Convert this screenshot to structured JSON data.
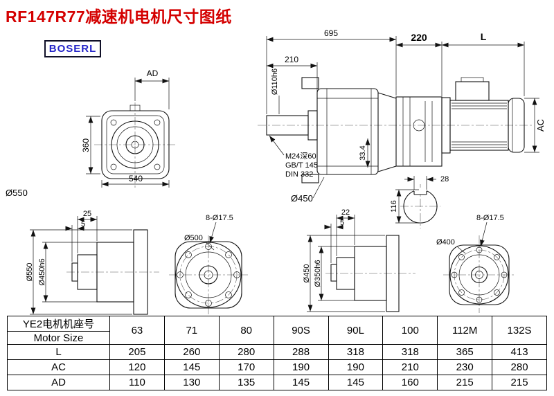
{
  "page": {
    "title": "RF147R77减速机电机尺寸图纸",
    "brand": "BOSERL",
    "colors": {
      "title": "#d40000",
      "brand": "#2323c8",
      "line": "#111111"
    }
  },
  "drawings": {
    "front_view": {
      "dim_ad": "AD",
      "dim_height": "360",
      "dim_width": "540",
      "label_flange": "Ø550"
    },
    "side_view": {
      "dim_total": "695",
      "dim_shaft": "210",
      "dim_adapter": "220",
      "dim_motor_length": "L",
      "label_shaft_dia": "Ø110h6",
      "note_thread": "M24深60",
      "note_standard": "GB/T 145",
      "note_din": "DIN 332",
      "dim_33_4": "33.4",
      "label_flange": "Ø450",
      "dim_motor_height": "AC",
      "dim_key_width": "28",
      "dim_key_height": "116"
    },
    "flange_a_side": {
      "dim_thickness": "25",
      "dim_spigot": "5",
      "label_od": "Ø550",
      "label_spigot": "Ø450h6"
    },
    "flange_a_front": {
      "label_circle": "Ø500",
      "label_holes": "8-Ø17.5"
    },
    "flange_b_side": {
      "dim_thickness": "22",
      "dim_spigot": "5",
      "label_od": "Ø450",
      "label_spigot": "Ø350h6"
    },
    "flange_b_front": {
      "label_circle": "Ø400",
      "label_holes": "8-Ø17.5"
    }
  },
  "table": {
    "header_cn": "YE2电机机座号",
    "header_en": "Motor Size",
    "columns": [
      "63",
      "71",
      "80",
      "90S",
      "90L",
      "100",
      "112M",
      "132S"
    ],
    "rows": [
      {
        "label": "L",
        "values": [
          "205",
          "260",
          "280",
          "288",
          "318",
          "318",
          "365",
          "413"
        ]
      },
      {
        "label": "AC",
        "values": [
          "120",
          "145",
          "170",
          "190",
          "190",
          "210",
          "230",
          "280"
        ]
      },
      {
        "label": "AD",
        "values": [
          "110",
          "130",
          "135",
          "145",
          "145",
          "160",
          "215",
          "215"
        ]
      }
    ]
  }
}
